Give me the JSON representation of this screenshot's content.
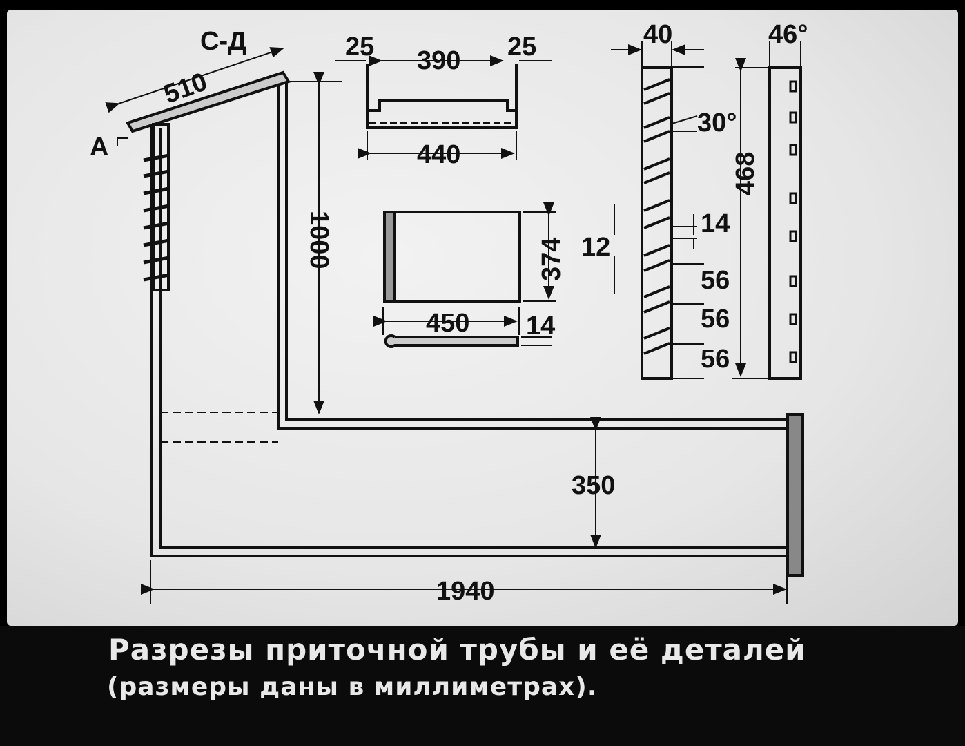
{
  "labels": {
    "section": "С-Д",
    "roof_length": "510",
    "marker_a": "А",
    "height": "1000",
    "base_height": "350",
    "total_length": "1940",
    "top_left_margin": "25",
    "top_inner": "390",
    "top_right_margin": "25",
    "top_outer": "440",
    "panel_height": "374",
    "panel_width": "450",
    "bar_thickness": "14",
    "louvre_width": "40",
    "side_angle": "46°",
    "slat_angle": "30°",
    "slat_thickness": "14",
    "slat_gap": "12",
    "spacing_1": "56",
    "spacing_2": "56",
    "spacing_3": "56",
    "louvre_height": "468"
  },
  "caption": {
    "title": "Разрезы приточной трубы и её деталей",
    "subtitle": "(размеры даны в миллиметрах)."
  }
}
